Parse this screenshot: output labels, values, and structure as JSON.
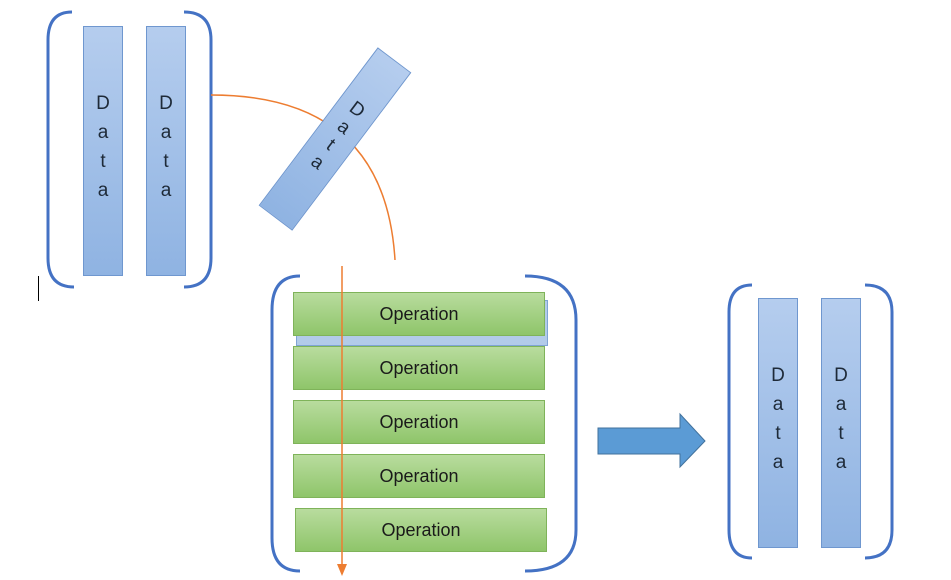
{
  "diagram": {
    "input_group": {
      "bars": [
        {
          "label": "Data"
        },
        {
          "label": "Data"
        }
      ]
    },
    "rotated_bar": {
      "label": "Data"
    },
    "operations": [
      {
        "label": "Operation"
      },
      {
        "label": "Operation"
      },
      {
        "label": "Operation"
      },
      {
        "label": "Operation"
      },
      {
        "label": "Operation"
      }
    ],
    "output_group": {
      "bars": [
        {
          "label": "Data"
        },
        {
          "label": "Data"
        }
      ]
    },
    "colors": {
      "bracket": "#4472c4",
      "data_bar": "#9dbde8",
      "operation_box": "#a6d188",
      "flow_line": "#ed7d31",
      "big_arrow": "#5b9bd5"
    }
  }
}
